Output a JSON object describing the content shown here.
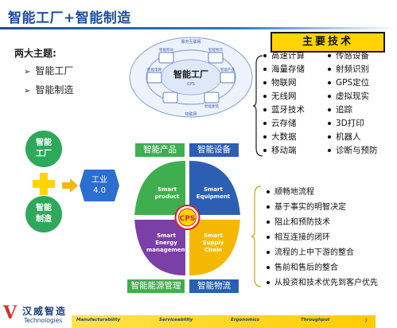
{
  "title": "智能工厂+智能制造",
  "themes": {
    "heading": "两大主题:",
    "items": [
      "智能工厂",
      "智能制造"
    ]
  },
  "tech": {
    "header": "主要技术",
    "left": [
      "高速计算",
      "海量存储",
      "物联网",
      "无线网",
      "蓝牙技术",
      "云存储",
      "大数据",
      "移动端"
    ],
    "right": [
      "传感设备",
      "射频识别",
      "GPS定位",
      "虚拟现实",
      "追踪",
      "3D打印",
      "机器人",
      "诊断与预防"
    ]
  },
  "network": {
    "center": "智能工厂",
    "ring_top": "服务互联网",
    "ring_bottom": "物联网",
    "nodes": [
      "智能移动",
      "智能物流",
      "智能电网",
      "智能产品",
      "智能建筑"
    ],
    "cps": "CPS"
  },
  "circles": {
    "factory": [
      "智能",
      "工厂"
    ],
    "manufacturing": [
      "智能",
      "制造"
    ]
  },
  "industry": [
    "工业",
    "4.0"
  ],
  "quadrants": {
    "top_left_label": "智能产品",
    "top_right_label": "智能设备",
    "bottom_left_label": "智能能源管理",
    "bottom_right_label": "智能物流",
    "q1": [
      "Smart",
      "product"
    ],
    "q2": [
      "Smart",
      "Equipment"
    ],
    "q3": [
      "Smart",
      "Energy",
      "management"
    ],
    "q4": [
      "Smart",
      "Supply",
      "Chain"
    ],
    "center": "CPS",
    "colors": {
      "q1": "#3fae4f",
      "q2": "#2c5fb3",
      "q3": "#7b3fa8",
      "q4": "#f5b800"
    }
  },
  "benefits": [
    "顺畅地流程",
    "基于事实的明智决定",
    "阻止和预防技术",
    "相互连接的闭环",
    "流程的上中下游的整合",
    "售前和售后的整合",
    "从投资和技术优先到客户优先"
  ],
  "footer": {
    "logo_mark": "V",
    "company_cn": "汉威智造",
    "company_en": "Technologies",
    "items": [
      "Manufacturability",
      "Serviceability",
      "Ergonomics",
      "Throughput"
    ],
    "page": "7"
  }
}
